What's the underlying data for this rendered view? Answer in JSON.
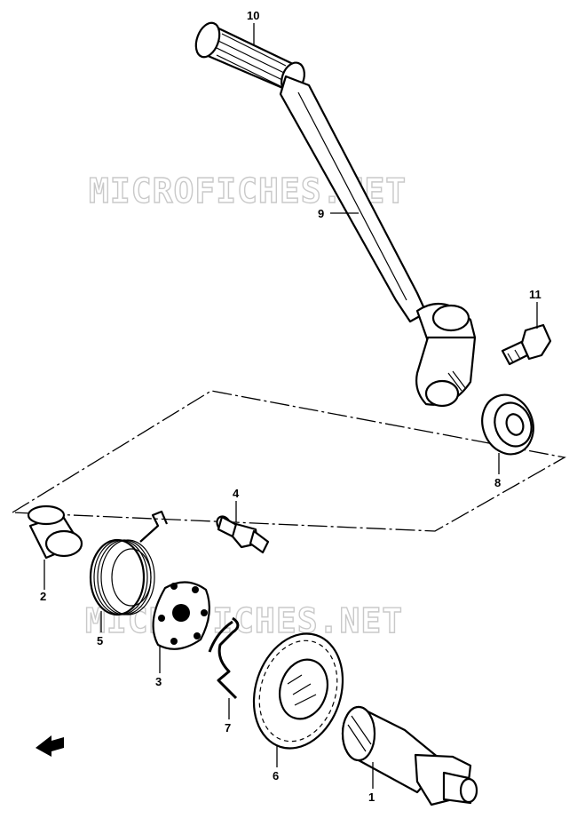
{
  "watermark": {
    "top": "MICROFICHES.NET",
    "bottom": "MICROFICHES.NET"
  },
  "callouts": {
    "p1": "1",
    "p2": "2",
    "p3": "3",
    "p4": "4",
    "p5": "5",
    "p6": "6",
    "p7": "7",
    "p8": "8",
    "p9": "9",
    "p10": "10",
    "p11": "11"
  },
  "icons": {
    "front_arrow": "front-direction-arrow-icon"
  }
}
